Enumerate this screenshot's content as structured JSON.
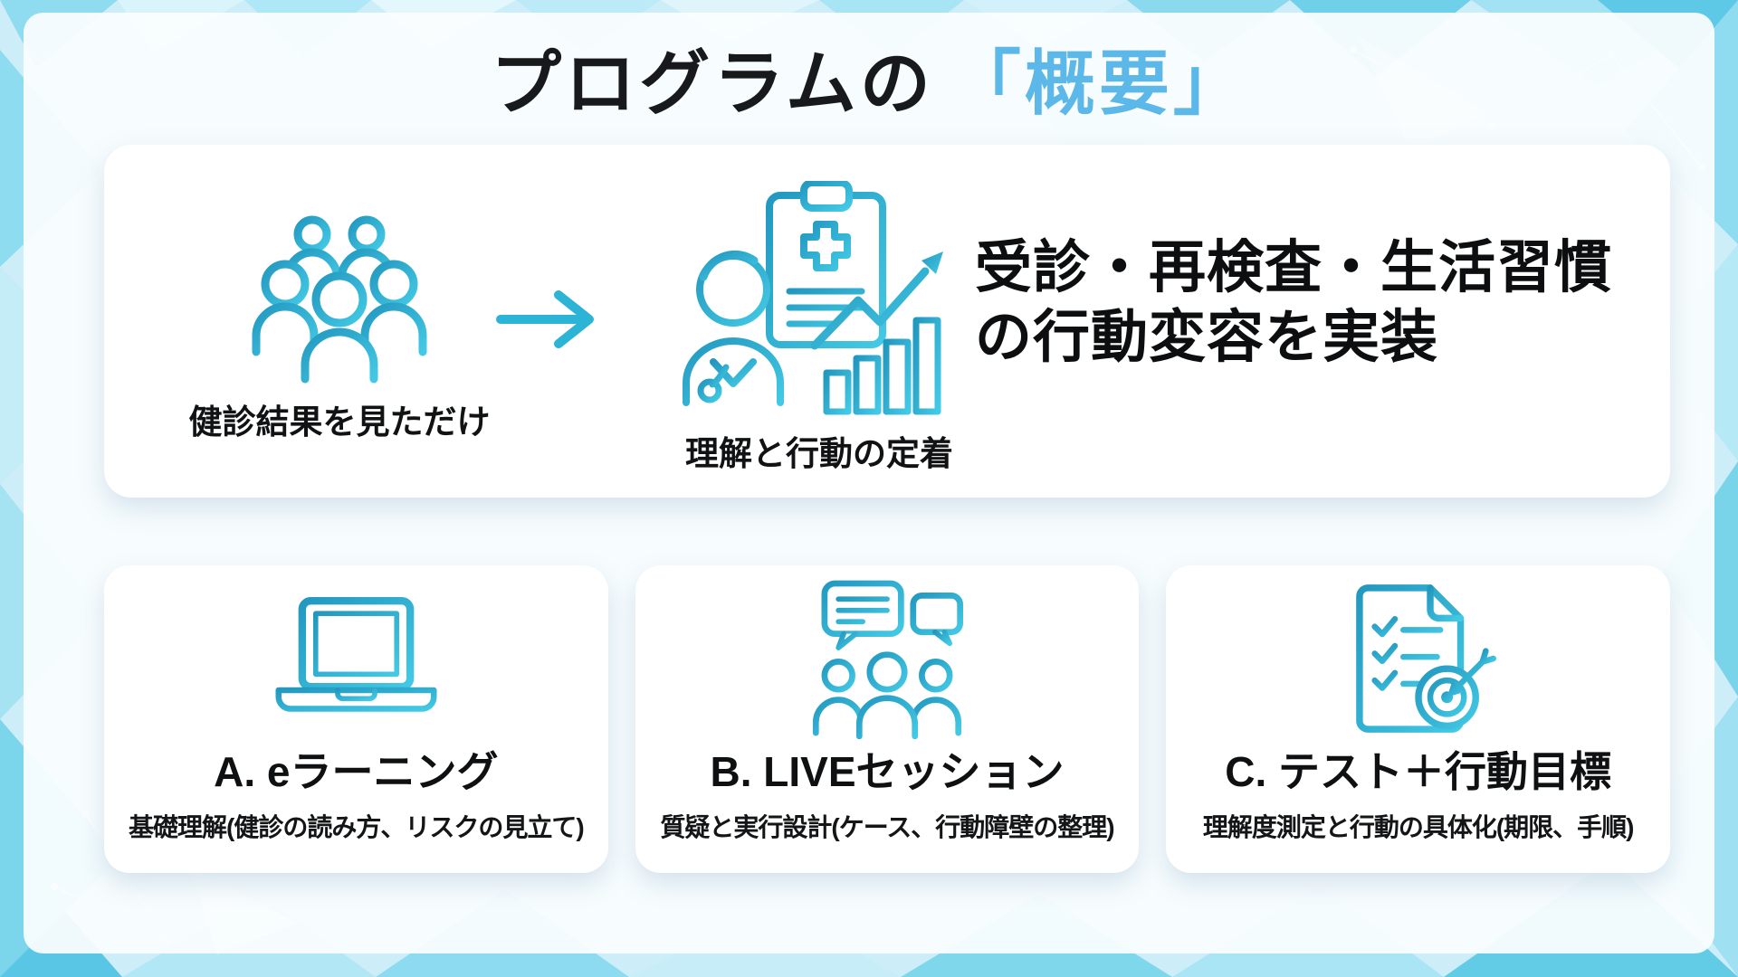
{
  "title": {
    "prefix": "プログラムの",
    "accent": "「概要」"
  },
  "colors": {
    "accent_blue": "#5bb8e8",
    "icon_teal_dark": "#2398bf",
    "icon_teal_light": "#43c9e5",
    "text_black": "#101213",
    "card_white": "#ffffff",
    "background_cyan": "#cdeef8"
  },
  "icons": {
    "before": "people-group-icon",
    "arrow": "arrow-right-icon",
    "after": "doctor-report-chart-icon",
    "card_a": "laptop-icon",
    "card_b": "chat-group-icon",
    "card_c": "checklist-target-icon"
  },
  "flow_card": {
    "before_label": "健診結果を見ただけ",
    "after_label": "理解と行動の定着",
    "result_line1": "受診・再検査・生活習慣",
    "result_line2": "の行動変容を実装"
  },
  "program_cards": [
    {
      "title": "A. eラーニング",
      "subtitle": "基礎理解(健診の読み方、リスクの見立て)"
    },
    {
      "title": "B. LIVEセッション",
      "subtitle": "質疑と実行設計(ケース、行動障壁の整理)"
    },
    {
      "title": "C. テスト＋行動目標",
      "subtitle": "理解度測定と行動の具体化(期限、手順)"
    }
  ]
}
